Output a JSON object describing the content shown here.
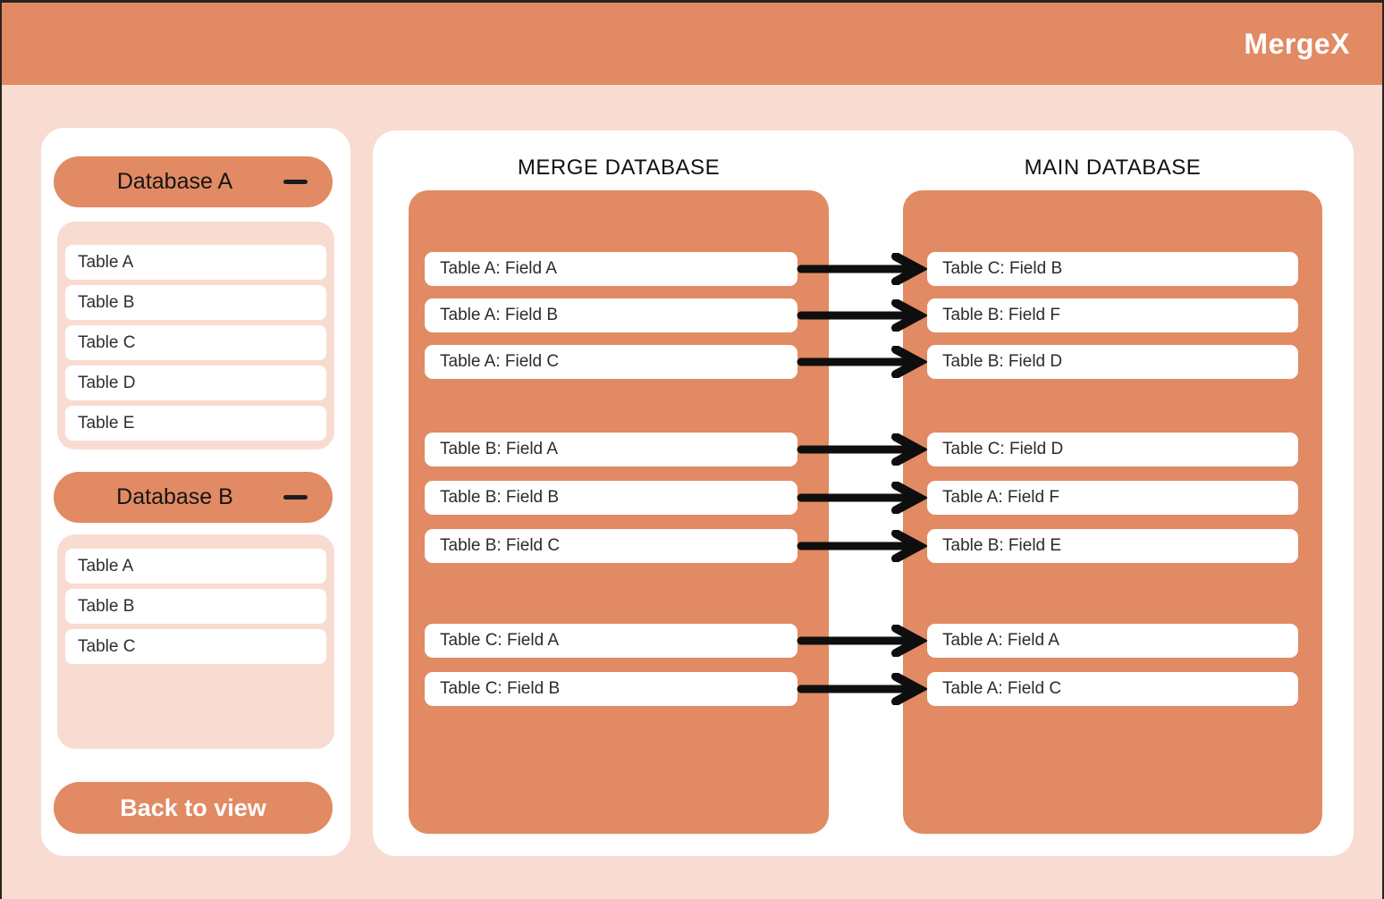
{
  "header": {
    "brand": "MergeX"
  },
  "colors": {
    "accent_orange": "#E18A63",
    "background_peach": "#F8DCD1",
    "card_white": "#FFFFFF",
    "arrow_black": "#0E0E0E"
  },
  "sidebar": {
    "groups": [
      {
        "label": "Database A",
        "collapse_icon": "minus-icon",
        "tables": [
          "Table A",
          "Table B",
          "Table C",
          "Table D",
          "Table E"
        ]
      },
      {
        "label": "Database B",
        "collapse_icon": "minus-icon",
        "tables": [
          "Table A",
          "Table B",
          "Table C"
        ]
      }
    ],
    "back_button": "Back to view"
  },
  "main": {
    "left_title": "MERGE DATABASE",
    "right_title": "MAIN DATABASE",
    "mappings": [
      {
        "from": "Table A: Field A",
        "to": "Table C: Field B"
      },
      {
        "from": "Table A: Field B",
        "to": "Table B: Field F"
      },
      {
        "from": "Table A: Field C",
        "to": "Table B: Field D"
      },
      {
        "from": "Table B: Field A",
        "to": "Table C: Field D"
      },
      {
        "from": "Table B: Field B",
        "to": "Table A: Field F"
      },
      {
        "from": "Table B: Field C",
        "to": "Table B: Field E"
      },
      {
        "from": "Table C: Field A",
        "to": "Table A: Field A"
      },
      {
        "from": "Table C: Field B",
        "to": "Table A: Field C"
      }
    ]
  }
}
